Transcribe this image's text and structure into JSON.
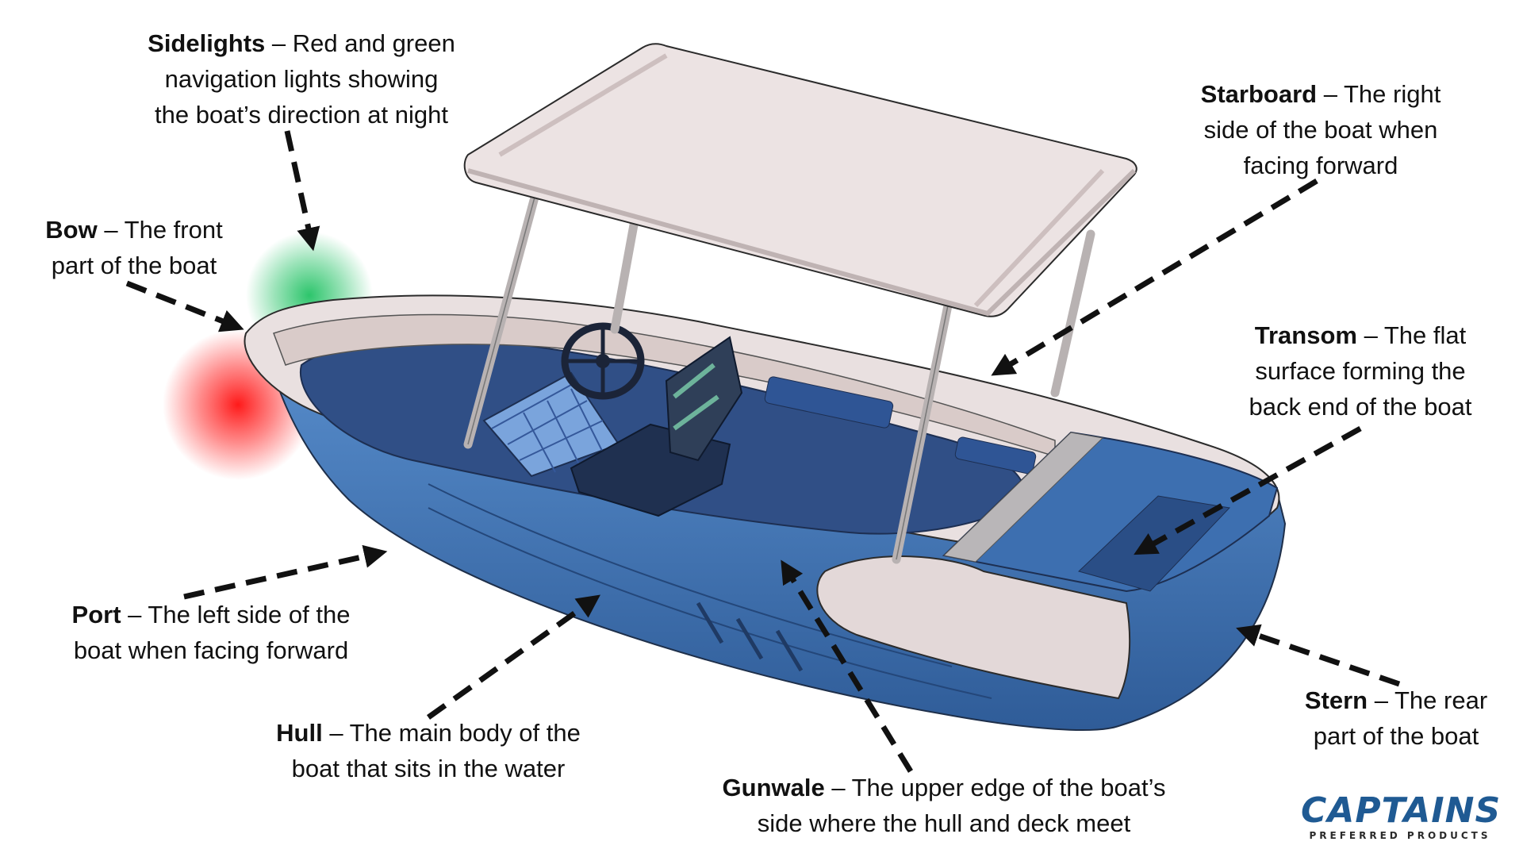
{
  "labels": {
    "sidelights": {
      "term": "Sidelights",
      "line1": " – Red and green",
      "line2": "navigation lights showing",
      "line3": "the boat’s direction at night"
    },
    "bow": {
      "term": "Bow",
      "line1": " – The front",
      "line2": "part of the boat"
    },
    "starboard": {
      "term": "Starboard",
      "line1": " – The right",
      "line2": "side of the boat when",
      "line3": "facing forward"
    },
    "transom": {
      "term": "Transom",
      "line1": " – The flat",
      "line2": "surface forming the",
      "line3": "back end of the boat"
    },
    "port": {
      "term": "Port",
      "line1": " – The left side of the",
      "line2": "boat when facing forward"
    },
    "hull": {
      "term": "Hull",
      "line1": " – The main body of the",
      "line2": "boat that sits in the water"
    },
    "gunwale": {
      "term": "Gunwale",
      "line1": " – The upper edge of the boat’s",
      "line2": "side where the hull and deck meet"
    },
    "stern": {
      "term": "Stern",
      "line1": " – The rear",
      "line2": "part of the boat"
    }
  },
  "logo": {
    "main": "CAPTAINS",
    "sub": "PREFERRED PRODUCTS"
  },
  "colors": {
    "hull": "#4a7fbe",
    "hull_dark": "#2f5c98",
    "deck": "#e7dcdc",
    "canopy": "#ece3e3",
    "floor": "#304f86",
    "sidelight_red": "#ff2a2a",
    "sidelight_green": "#22c264",
    "arrow": "#111111",
    "logo": "#1f5a93"
  }
}
